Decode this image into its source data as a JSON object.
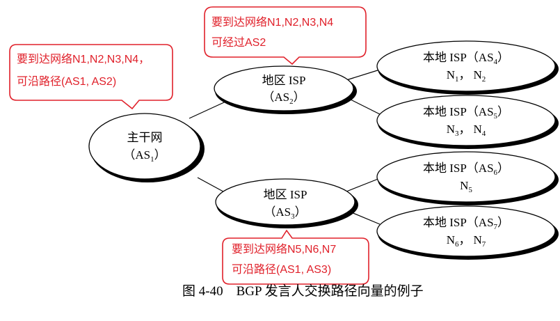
{
  "nodes": {
    "backbone": {
      "name": "主干网",
      "as_prefix": "（AS",
      "as_sub": "1",
      "as_suffix": "）"
    },
    "regional_isp_2": {
      "name": "地区 ISP",
      "as_prefix": "（AS",
      "as_sub": "2",
      "as_suffix": "）"
    },
    "regional_isp_3": {
      "name": "地区 ISP",
      "as_prefix": "（AS",
      "as_sub": "3",
      "as_suffix": "）"
    },
    "local_isp_4": {
      "name_prefix": "本地 ISP（AS",
      "as_sub": "4",
      "name_suffix": "）",
      "networks": [
        {
          "n": "N",
          "sub": "1"
        },
        {
          "n": "N",
          "sub": "2"
        }
      ],
      "sep": "，"
    },
    "local_isp_5": {
      "name_prefix": "本地 ISP（AS",
      "as_sub": "5",
      "name_suffix": "）",
      "networks": [
        {
          "n": "N",
          "sub": "3"
        },
        {
          "n": "N",
          "sub": "4"
        }
      ],
      "sep": "，"
    },
    "local_isp_6": {
      "name_prefix": "本地 ISP（AS",
      "as_sub": "6",
      "name_suffix": "）",
      "networks": [
        {
          "n": "N",
          "sub": "5"
        }
      ],
      "sep": ""
    },
    "local_isp_7": {
      "name_prefix": "本地 ISP（AS",
      "as_sub": "7",
      "name_suffix": "）",
      "networks": [
        {
          "n": "N",
          "sub": "6"
        },
        {
          "n": "N",
          "sub": "7"
        }
      ],
      "sep": "，"
    }
  },
  "callouts": {
    "top_left": {
      "line1": "要到达网络N1,N2,N3,N4，",
      "line2": "可沿路径(AS1, AS2)"
    },
    "top_middle": {
      "line1": "要到达网络N1,N2,N3,N4",
      "line2": "可经过AS2"
    },
    "bottom": {
      "line1": "要到达网络N5,N6,N7",
      "line2": "可沿路径(AS1, AS3)"
    }
  },
  "caption": "图 4-40    BGP 发言人交换路径向量的例子",
  "colors": {
    "callout": "#e0202a",
    "line": "#000000"
  }
}
